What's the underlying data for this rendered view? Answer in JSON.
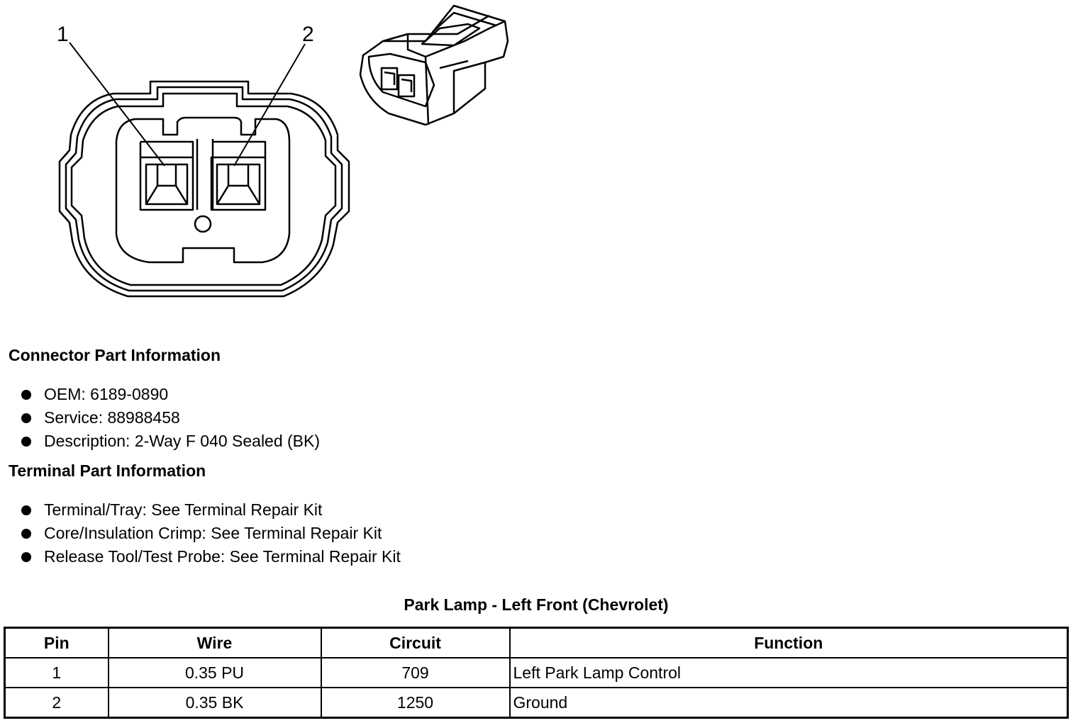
{
  "diagram": {
    "callouts": [
      "1",
      "2"
    ]
  },
  "connector": {
    "heading": "Connector Part Information",
    "items": [
      "OEM: 6189-0890",
      "Service: 88988458",
      "Description: 2-Way F 040 Sealed (BK)"
    ]
  },
  "terminal": {
    "heading": "Terminal Part Information",
    "items": [
      "Terminal/Tray: See Terminal Repair Kit",
      "Core/Insulation Crimp: See Terminal Repair Kit",
      "Release Tool/Test Probe: See Terminal Repair Kit"
    ]
  },
  "table": {
    "title": "Park Lamp - Left Front (Chevrolet)",
    "headers": [
      "Pin",
      "Wire",
      "Circuit",
      "Function"
    ],
    "rows": [
      [
        "1",
        "0.35 PU",
        "709",
        "Left Park Lamp Control"
      ],
      [
        "2",
        "0.35 BK",
        "1250",
        "Ground"
      ]
    ]
  }
}
